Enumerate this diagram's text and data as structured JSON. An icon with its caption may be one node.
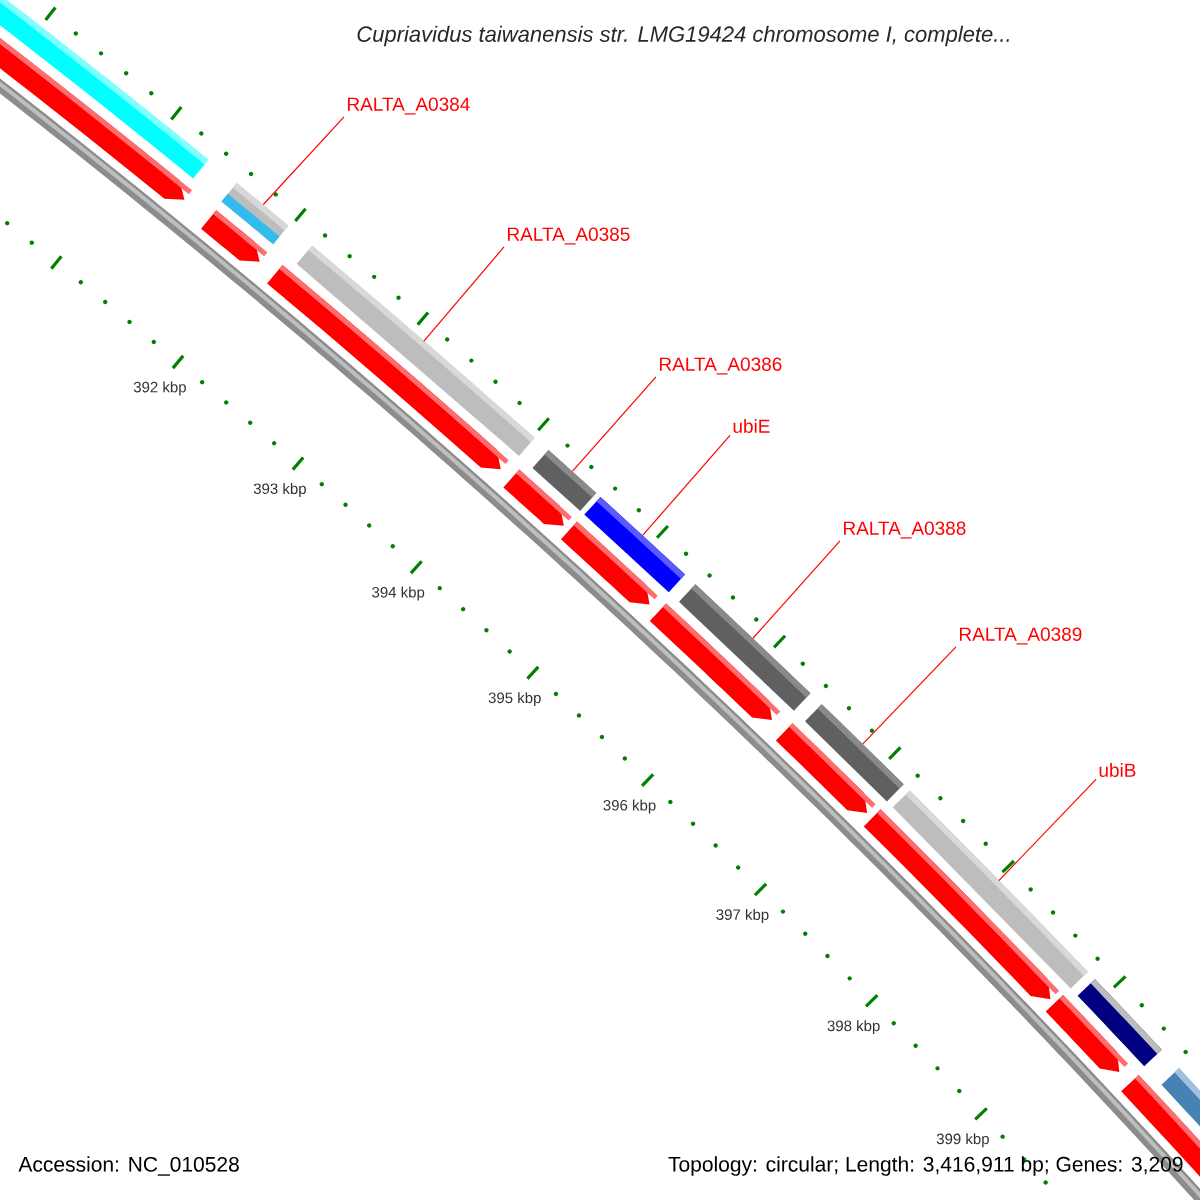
{
  "diagram": {
    "title": "Cupriavidus taiwanensis str. LMG19424 chromosome I, complete...",
    "nodes": [
      {
        "text": [
          "RALTA_A0384"
        ]
      },
      {
        "text": [
          "RALTA_A0385"
        ]
      },
      {
        "text": [
          "RALTA_A0386"
        ]
      },
      {
        "text": [
          "ubiE"
        ]
      },
      {
        "text": [
          "RALTA_A0388"
        ]
      },
      {
        "text": [
          "RALTA_A0389"
        ]
      },
      {
        "text": [
          "ubiB"
        ]
      },
      {
        "text": [],
        "shape": "bar"
      },
      {
        "text": [],
        "shape": "bar"
      },
      {
        "text": [],
        "shape": "bar"
      },
      {
        "text": [],
        "shape": "bar"
      },
      {
        "text": [],
        "shape": "bar"
      },
      {
        "text": [],
        "shape": "bar"
      },
      {
        "text": [],
        "shape": "bar"
      }
    ],
    "edges": [
      {
        "from": 0,
        "to": 7,
        "arrow": "none"
      },
      {
        "from": 1,
        "to": 8,
        "arrow": "none"
      },
      {
        "from": 2,
        "to": 9,
        "arrow": "none"
      },
      {
        "from": 3,
        "to": 10,
        "arrow": "none"
      },
      {
        "from": 4,
        "to": 11,
        "arrow": "none"
      },
      {
        "from": 5,
        "to": 12,
        "arrow": "none"
      },
      {
        "from": 6,
        "to": 13,
        "arrow": "none"
      }
    ],
    "labels": [
      "392 kbp",
      "393 kbp",
      "394 kbp",
      "395 kbp",
      "396 kbp",
      "397 kbp",
      "398 kbp",
      "399 kbp",
      "Accession: NC_010528",
      "Topology: circular; Length: 3,416,911 bp; Genes: 3,209"
    ]
  }
}
